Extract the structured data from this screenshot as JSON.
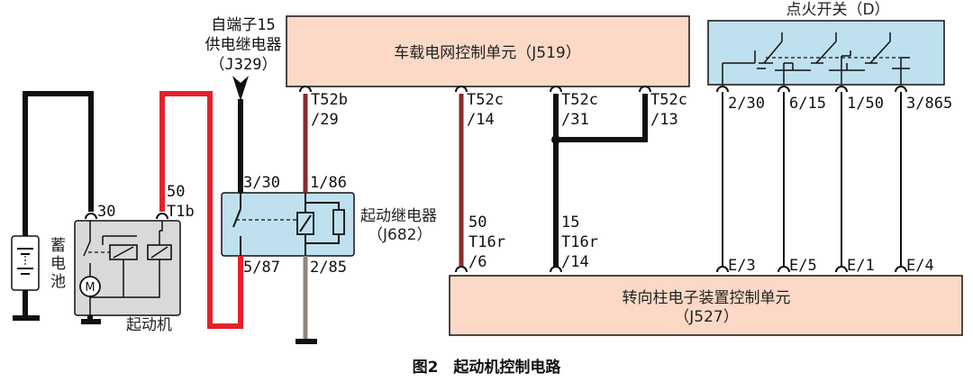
{
  "figure": {
    "caption": "图2　起动机控制电路"
  },
  "source_note": {
    "line1": "自端子15",
    "line2": "供电继电器",
    "line3": "（J329）"
  },
  "units": {
    "j519": "车载电网控制单元（J519）",
    "j527_line1": "转向柱电子装置控制单元",
    "j527_line2": "（J527）",
    "ignition_switch": "点火开关（D）",
    "start_relay_line1": "起动继电器",
    "start_relay_line2": "（J682）",
    "battery": [
      "蓄",
      "电",
      "池"
    ],
    "starter": "起动机"
  },
  "pins": {
    "t52b_29": [
      "T52b",
      "/29"
    ],
    "t52c_14": [
      "T52c",
      "/14"
    ],
    "t52c_31": [
      "T52c",
      "/31"
    ],
    "t52c_13": [
      "T52c",
      "/13"
    ],
    "relay_3_30": "3/30",
    "relay_1_86": "1/86",
    "relay_5_87": "5/87",
    "relay_2_85": "2/85",
    "starter_30": "30",
    "starter_50": [
      "50",
      "T1b"
    ],
    "t16r_6": [
      "50",
      "T16r",
      "/6"
    ],
    "t16r_14": [
      "15",
      "T16r",
      "/14"
    ],
    "sw_2_30": "2/30",
    "sw_6_15": "6/15",
    "sw_1_50": "1/50",
    "sw_3_865": "3/865",
    "e3": "E/3",
    "e5": "E/5",
    "e1": "E/1",
    "e4": "E/4"
  },
  "colors": {
    "module_fill": "#fbd9c6",
    "switch_fill": "#bfe0ee",
    "relay_fill": "#bfe0ee",
    "starter_fill": "#d9d9d9",
    "wire_red": "#e3222b",
    "wire_brown_red": "#8a2a2a",
    "wire_gray": "#8f857c",
    "wire_black": "#111111"
  }
}
